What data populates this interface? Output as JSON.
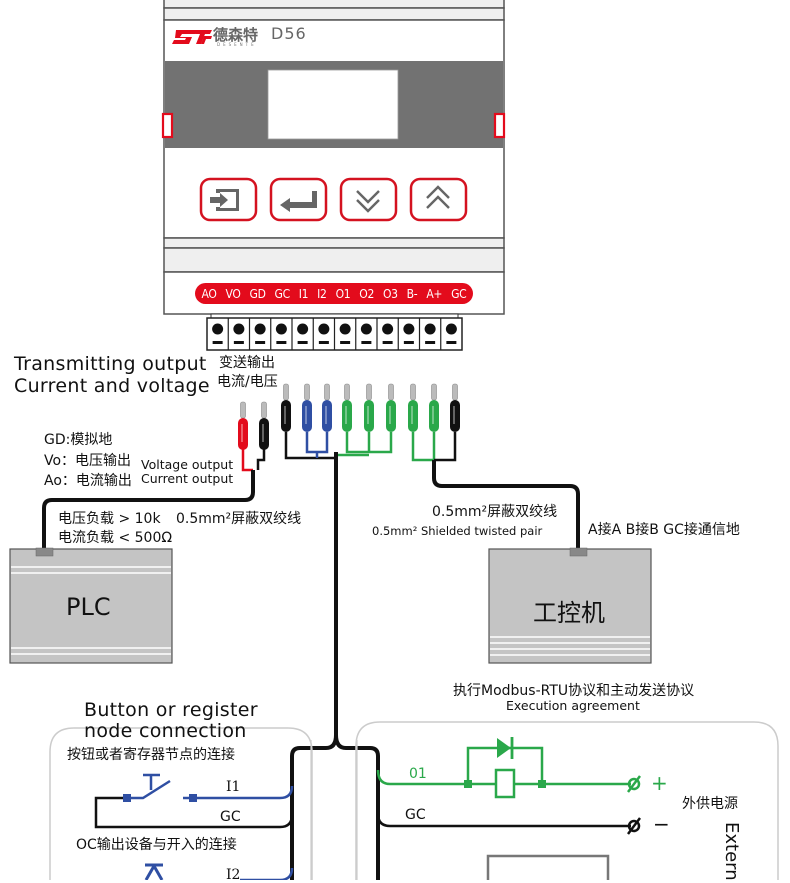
{
  "device": {
    "brand_logo": "STF",
    "brand_cn": "德森特",
    "brand_en": "DESENTE",
    "model": "D56",
    "buttons": [
      {
        "name": "enter-box-icon",
        "label": "input"
      },
      {
        "name": "return-icon",
        "label": "enter"
      },
      {
        "name": "double-chevron-down-icon",
        "label": "down"
      },
      {
        "name": "double-chevron-up-icon",
        "label": "up"
      }
    ],
    "terminals": [
      "AO",
      "VO",
      "GD",
      "GC",
      "I1",
      "I2",
      "O1",
      "O2",
      "O3",
      "B-",
      "A+",
      "GC"
    ]
  },
  "colors": {
    "red": "#e30b1c",
    "blue": "#2f4fa3",
    "green": "#2aa84a",
    "black": "#111111",
    "device_gray": "#727272",
    "box_gray": "#c4c4c4"
  },
  "labels": {
    "transmit_en_1": "Transmitting output",
    "transmit_en_2": "Current and voltage",
    "transmit_cn_1": "变送输出",
    "transmit_cn_2": "电流/电压",
    "gd_note": "GD:模拟地",
    "vo_note": "Vo：电压输出",
    "ao_note": "Ao：电流输出",
    "voltage_output_en": "Voltage output",
    "current_output_en": "Current output",
    "voltage_load": "电压负载 > 10k",
    "current_load": "电流负载 < 500Ω",
    "cable_left_cn": "0.5mm²屏蔽双绞线",
    "cable_right_cn": "0.5mm²屏蔽双绞线",
    "cable_right_en": "0.5mm² Shielded twisted pair",
    "ab_note": "A接A  B接B  GC接通信地",
    "plc": "PLC",
    "ipc": "工控机",
    "modbus_cn": "执行Modbus-RTU协议和主动发送协议",
    "modbus_en": "Execution agreement",
    "button_en_1": "Button or register",
    "button_en_2": "node connection",
    "button_cn": "按钮或者寄存器节点的连接",
    "i1": "I1",
    "gc_left": "GC",
    "oc_cn": "OC输出设备与开入的连接",
    "i2": "I2",
    "o1": "01",
    "gc_right": "GC",
    "plus": "+",
    "minus": "−",
    "ext_power_cn": "外供电源",
    "ext_power_en": "Extern"
  }
}
